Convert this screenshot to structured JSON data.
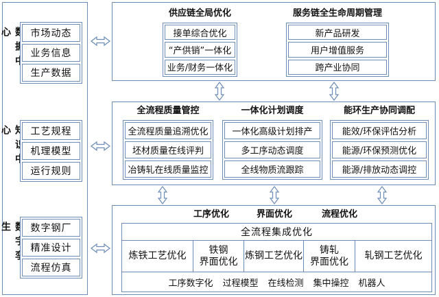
{
  "colors": {
    "border": "#6b8cb6",
    "arrow_fill": "#ffffff",
    "text": "#111111"
  },
  "left_panel": {
    "groups": [
      {
        "title": "数据中心",
        "items": [
          "市场动态",
          "业务信息",
          "生产数据"
        ]
      },
      {
        "title": "知识中心",
        "items": [
          "工艺规程",
          "机理模型",
          "运行规则"
        ]
      },
      {
        "title": "数字孪生",
        "items": [
          "数字钢厂",
          "精准设计",
          "流程仿真"
        ]
      }
    ]
  },
  "top_block": {
    "groups": [
      {
        "title": "供应链全局优化",
        "items": [
          "接单综合优化",
          "“产供销”一体化",
          "业务/财务一体化"
        ]
      },
      {
        "title": "服务链全生命周期管理",
        "items": [
          "新产品研发",
          "用户增值服务",
          "跨产业协同"
        ]
      }
    ]
  },
  "middle_block": {
    "groups": [
      {
        "title": "全流程质量管控",
        "items": [
          "全流程质量追溯优化",
          "坯材质量在线评判",
          "冶铸轧在线质量监控"
        ]
      },
      {
        "title": "一体化计划调度",
        "items": [
          "一体化高级计划排产",
          "多工序动态调度",
          "全线物质流跟踪"
        ]
      },
      {
        "title": "能环生产协同调配",
        "items": [
          "能效/环保评估分析",
          "能源/环保预测优化",
          "能源/排放动态调控"
        ]
      }
    ]
  },
  "bottom_block": {
    "headers": [
      "工序优化",
      "界面优化",
      "流程优化"
    ],
    "integration_title": "全流程集成优化",
    "processes": [
      {
        "lines": [
          "炼铁工艺优化"
        ]
      },
      {
        "lines": [
          "铁钢",
          "界面优化"
        ]
      },
      {
        "lines": [
          "炼钢工艺优化"
        ]
      },
      {
        "lines": [
          "铸轧",
          "界面优化"
        ]
      },
      {
        "lines": [
          "轧钢工艺优化"
        ]
      }
    ],
    "foundations": [
      "工序数字化",
      "过程模型",
      "在线检测",
      "集中操控",
      "机器人"
    ]
  }
}
